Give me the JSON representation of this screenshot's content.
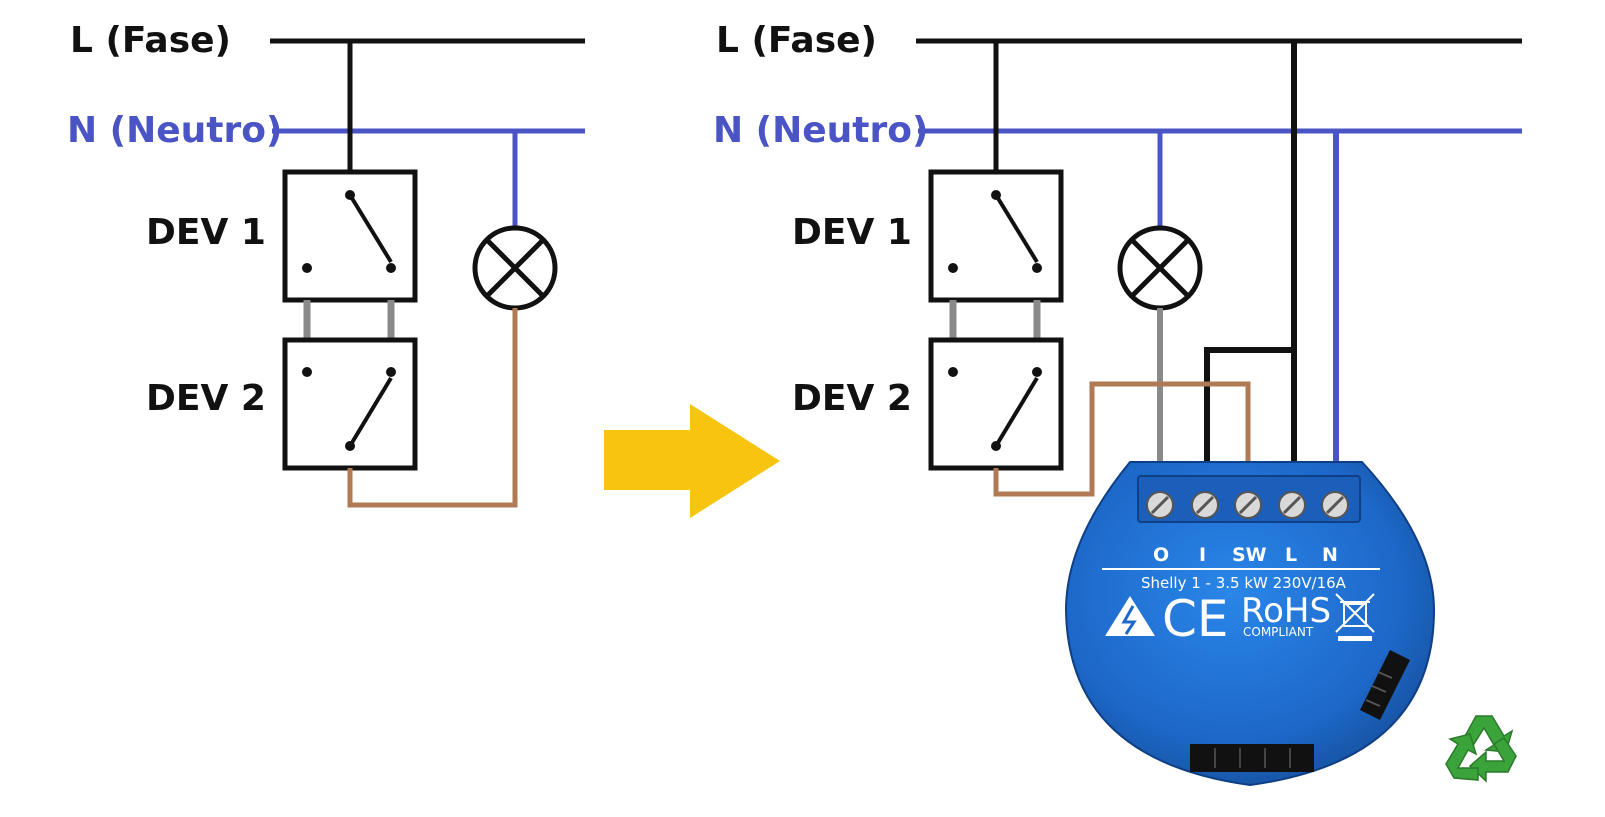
{
  "left_diagram": {
    "line_label": "L (Fase)",
    "neutral_label": "N (Neutro)",
    "device1_label": "DEV 1",
    "device2_label": "DEV 2"
  },
  "right_diagram": {
    "line_label": "L (Fase)",
    "neutral_label": "N (Neutro)",
    "device1_label": "DEV 1",
    "device2_label": "DEV 2"
  },
  "module": {
    "terminals": [
      "O",
      "I",
      "SW",
      "L",
      "N"
    ],
    "spec": "Shelly 1 - 3.5 kW 230V/16A",
    "ce_mark": "CE",
    "rohs": "RoHS",
    "rohs_sub": "COMPLIANT"
  },
  "colors": {
    "phase_wire": "#111111",
    "neutral_wire": "#4a54c4",
    "switch_wire": "#b07a55",
    "bridge_wire": "#8a8a8a",
    "arrow": "#f7c410",
    "module": "#1f6fd1",
    "recycle": "#3aa33a"
  },
  "icons": {
    "lamp": "lamp-icon",
    "arrow": "arrow-right-icon",
    "recycle": "recycle-icon",
    "warning": "high-voltage-icon",
    "weee": "weee-bin-icon"
  }
}
